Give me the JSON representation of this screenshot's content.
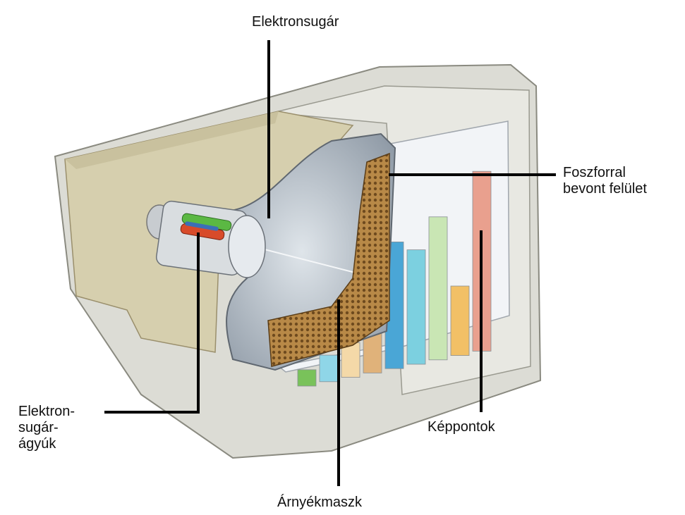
{
  "labels": {
    "beam": "Elektronsugár",
    "phosphor": "Foszforral\nbevont felület",
    "guns": "Elektron-\nsugár-\nágyúk",
    "pixels": "Képpontok",
    "mask": "Árnyékmaszk"
  },
  "screen_bars": [
    {
      "color": "#79c25a",
      "level": 0.08
    },
    {
      "color": "#8fd6e8",
      "level": 0.13
    },
    {
      "color": "#f4d9a8",
      "level": 0.17
    },
    {
      "color": "#e0b27a",
      "level": 0.21
    },
    {
      "color": "#4aa6d6",
      "level": 0.62
    },
    {
      "color": "#7cd0e0",
      "level": 0.56
    },
    {
      "color": "#c9e6b4",
      "level": 0.7
    },
    {
      "color": "#f2c066",
      "level": 0.34
    },
    {
      "color": "#e9a08e",
      "level": 0.88
    }
  ],
  "colors": {
    "casing": "#dcdcd5",
    "interior": "#d6cfae",
    "tube": "#b8c2cc",
    "mask": "#b88947",
    "leader": "#000000"
  }
}
